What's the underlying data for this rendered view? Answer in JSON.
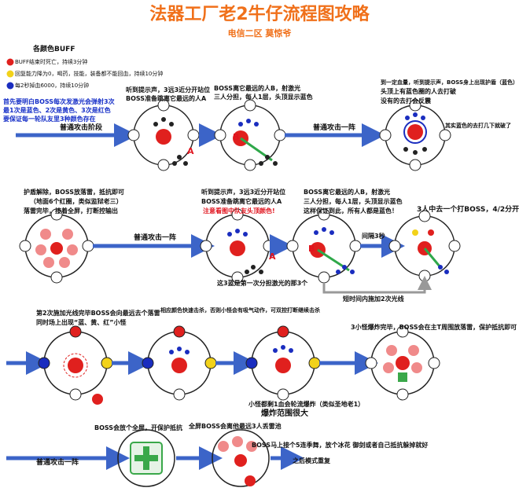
{
  "title": "法器工厂老2牛仔流程图攻略",
  "subtitle": "电信二区 莫惊爷",
  "legend": {
    "heading": "各颜色BUFF",
    "items": [
      {
        "text": "BUFF结束时死亡，持续3分钟",
        "color": "#e0201e"
      },
      {
        "text": "回复能力降为0，喝药，技能，装备都不能回血，持续10分钟",
        "color": "#f2d21a"
      },
      {
        "text": "每2秒掉血6000，持续10分钟",
        "color": "#1a2dbf"
      }
    ],
    "note": [
      "首先要明白BOSS每次发激光会弹射3次",
      "最1次是蓝色、2次是黄色、3次是红色",
      "要保证每一轮队友里3种颜色存在"
    ]
  },
  "row1": {
    "stage_label": "普通攻击阶段",
    "step1_text": [
      "听到提示声，3远3近分开站位",
      "BOSS准备跳离它最远的人A"
    ],
    "step2_text": [
      "BOSS离它最远的人B，射激光",
      "三人分担，每人1层，头顶显示蓝色"
    ],
    "arrow_label": "普通攻击一阵",
    "step3_text": [
      "到一定血量，听到提示声，BOSS身上出现护盾（蓝色）",
      "头顶上有蓝色圈的人去打破",
      "没有的去打会反震"
    ],
    "step3_side": "其实蓝色的去打几下就破了"
  },
  "row2": {
    "shield_text": [
      "护盾解除，BOSS放落雷，抵抗即可",
      "（地面6个红圈，类似监狱老三）",
      "落雷完毕，接着全屏，打断控输出"
    ],
    "arrow_label": "普通攻击一阵",
    "step_text": [
      "听到提示声，3远3近分开站位",
      "BOSS准备跳离它最远的人A"
    ],
    "warning": "注意看图中队友头顶颜色!",
    "step_caption": "这3蓝是第一次分担激光的那3个",
    "laser_text": [
      "BOSS离它最远的人B，射激光",
      "三人分担，每人1层，头顶显示蓝色",
      "这样保证到此，所有人都是蓝色！"
    ],
    "interval": "间隔3秒",
    "split_text": "3人中去一个打BOSS，4/2分开站",
    "loop_label": "短时间内施加2次光线"
  },
  "row3": {
    "adds_text": [
      "第2次施加光线完毕BOSS会向最远去个落雷",
      "同时场上出现“蓝、黄、红”小怪"
    ],
    "kill_text": [
      "相应颜色快速击杀，否则小怪会有吸气动作，可双控打断继续击杀"
    ],
    "explode_text": [
      "小怪都剩1血会轮流爆炸（类似圣地老1）",
      "爆炸范围很大"
    ],
    "final_text": "3小怪爆炸完毕，BOSS会在主T周围放落雷，保护抵抗即可"
  },
  "row4": {
    "ult_text": "BOSS会放个全屏，开保护抵抗",
    "arrow_label": "普通攻击一阵",
    "pool_text": "全屏BOSS会离他最远3人丢雷池",
    "dance_text": "BOSS马上接个5连季舞，放个冰花 御剑或者自己抵抗躲掉就好",
    "repeat": "之后模式重复"
  },
  "markers": {
    "boss": "BOSS",
    "a": "A",
    "b": "B"
  },
  "colors": {
    "title": "#f0701a",
    "arrow": "#3c64c8",
    "boss": "#e0201e",
    "blue": "#1a2dbf",
    "yellow": "#f2d21a",
    "laser": "#2fa84a"
  }
}
